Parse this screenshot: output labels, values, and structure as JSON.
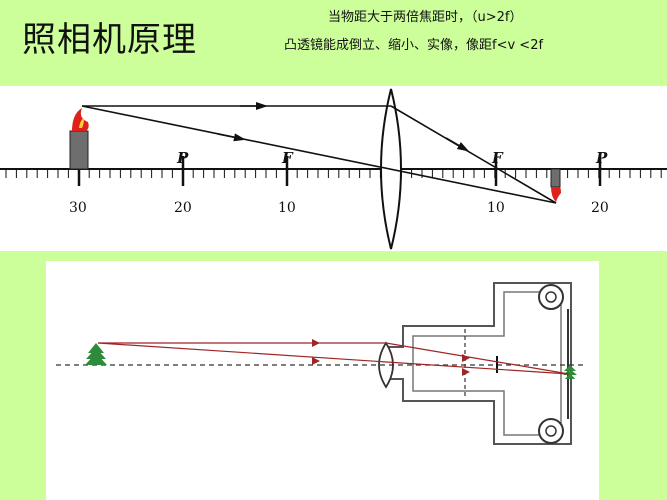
{
  "header": {
    "title": "照相机原理",
    "condition_line1": "当物距大于两倍焦距时，（u>2f）",
    "condition_line2": "凸透镜能成倒立、缩小、实像，像距f<v <2f"
  },
  "diagram": {
    "focal_label_f": "F",
    "focal_label_p": "P",
    "ticks_left": [
      "30",
      "20",
      "10"
    ],
    "ticks_right": [
      "10",
      "20"
    ]
  },
  "colors": {
    "background": "#ccff99",
    "ray": "#111111",
    "flame": "#e0201b",
    "tree": "#2e8b3a",
    "camera_ray": "#a02525"
  },
  "icons": {
    "object": "candle-icon",
    "image": "inverted-candle-icon",
    "camera_object": "tree-icon",
    "camera_image": "inverted-tree-icon"
  }
}
